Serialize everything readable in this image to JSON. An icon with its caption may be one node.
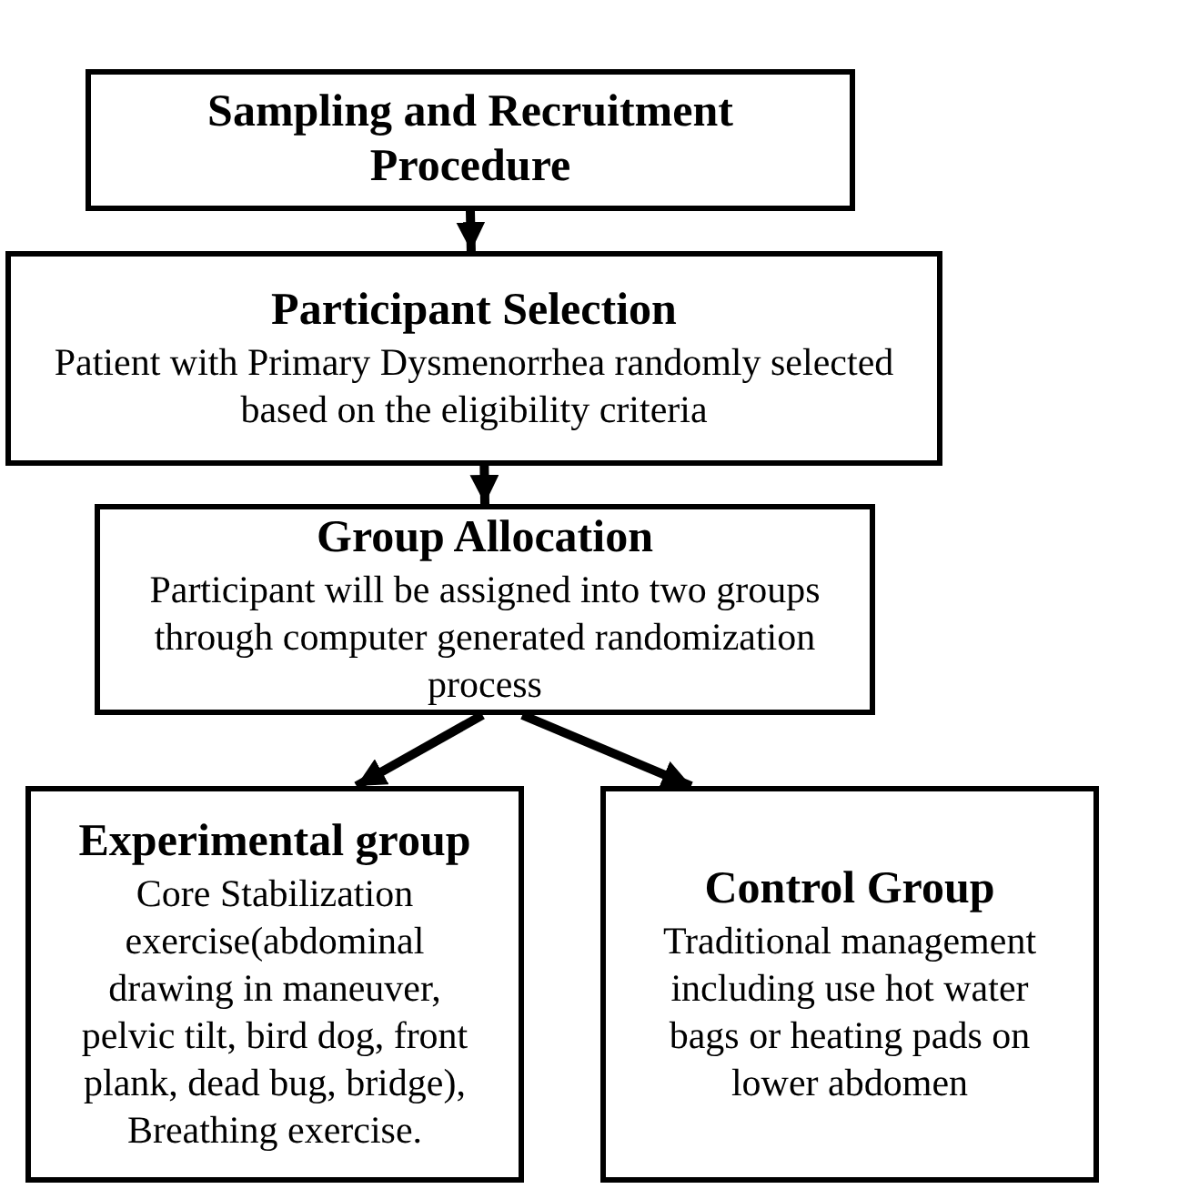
{
  "diagram": {
    "nodes": [
      {
        "text": [
          "Sampling and Recruitment Procedure"
        ]
      },
      {
        "text": [
          "Participant Selection",
          "Patient with Primary Dysmenorrhea randomly selected based on the eligibility criteria"
        ]
      },
      {
        "text": [
          "Group Allocation",
          "Participant will be assigned into two groups through computer generated randomization process"
        ]
      },
      {
        "text": [
          "Experimental group",
          "Core Stabilization exercise(abdominal drawing in maneuver, pelvic tilt, bird dog, front plank, dead bug, bridge), Breathing exercise."
        ]
      },
      {
        "text": [
          "Control Group",
          "Traditional management including use hot water bags or heating pads on lower abdomen"
        ]
      }
    ],
    "edges": [
      {
        "from": 0,
        "to": 1,
        "arrow": "to"
      },
      {
        "from": 1,
        "to": 2,
        "arrow": "to"
      },
      {
        "from": 2,
        "to": 3,
        "arrow": "to"
      },
      {
        "from": 2,
        "to": 4,
        "arrow": "to"
      }
    ]
  }
}
